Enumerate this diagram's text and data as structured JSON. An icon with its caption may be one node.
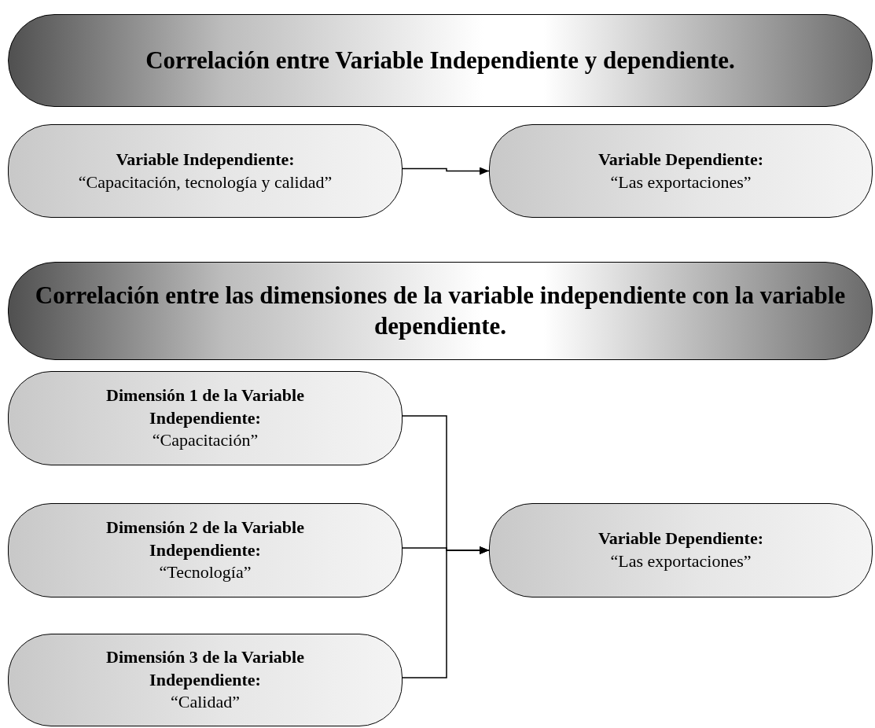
{
  "diagram": {
    "nodes": [
      {
        "text": [
          "Correlación entre Variable Independiente y dependiente."
        ]
      },
      {
        "text": [
          "Variable Independiente:",
          "“Capacitación, tecnología y calidad”"
        ]
      },
      {
        "text": [
          "Variable Dependiente:",
          "“Las exportaciones”"
        ]
      },
      {
        "text": [
          "Correlación entre las dimensiones de la variable independiente con la variable dependiente."
        ]
      },
      {
        "text": [
          "Dimensión 1 de la Variable Independiente:",
          "“Capacitación”"
        ]
      },
      {
        "text": [
          "Dimensión 2 de la Variable Independiente:",
          "“Tecnología”"
        ]
      },
      {
        "text": [
          "Dimensión 3 de la Variable Independiente:",
          "“Calidad”"
        ]
      },
      {
        "text": [
          "Variable Dependiente:",
          "“Las exportaciones”"
        ]
      }
    ],
    "edges": [
      {
        "from": 1,
        "to": 2,
        "arrow": "to"
      },
      {
        "from": 4,
        "to": 7,
        "arrow": "to"
      },
      {
        "from": 5,
        "to": 7,
        "arrow": "to"
      },
      {
        "from": 6,
        "to": 7,
        "arrow": "to"
      }
    ]
  }
}
